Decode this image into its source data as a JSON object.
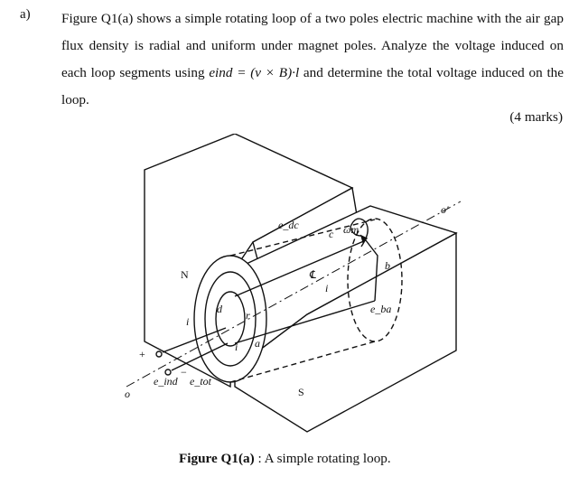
{
  "question": {
    "label": "a)",
    "text_before": "Figure Q1(a) shows a simple rotating loop of a two poles electric machine with the air gap flux density is radial and uniform under magnet poles. Analyze the voltage induced on each loop segments using ",
    "equation": "eind = (v × B)·l",
    "text_after": " and determine the total voltage induced on the loop.",
    "marks": "(4 marks)"
  },
  "figure": {
    "labels": {
      "north": "N",
      "south": "S",
      "e_dc": "e_dc",
      "omega": "ωm",
      "c": "c",
      "b": "b",
      "d": "d",
      "a": "a",
      "r": "r",
      "i_top": "i",
      "i_mid": "i",
      "i_low": "i",
      "e_ba": "e_ba",
      "axis": "℄",
      "o": "o",
      "o_prime": "o′",
      "plus": "+",
      "minus": "−",
      "e_ind": "e_ind",
      "e_tot": "e_tot"
    }
  },
  "caption": {
    "bold": "Figure Q1(a)",
    "rest": " : A simple rotating loop."
  }
}
